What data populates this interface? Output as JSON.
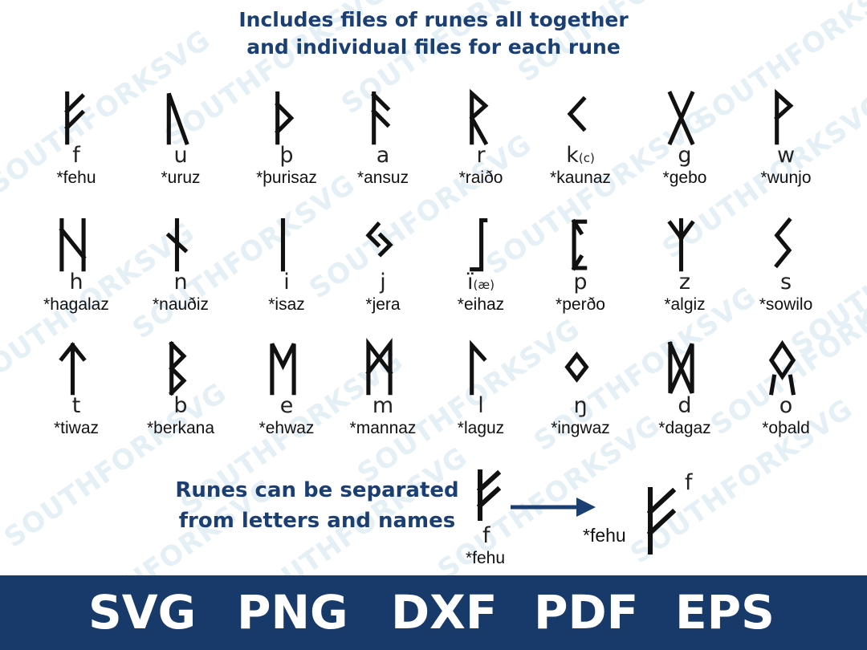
{
  "header": {
    "line1": "Includes files of runes all together",
    "line2": "and individual files for each rune"
  },
  "watermark": "SOUTHFORKSVG",
  "runes": [
    {
      "letter": "f",
      "name": "*fehu"
    },
    {
      "letter": "u",
      "name": "*uruz"
    },
    {
      "letter": "þ",
      "name": "*þurisaz"
    },
    {
      "letter": "a",
      "name": "*ansuz"
    },
    {
      "letter": "r",
      "name": "*raiðo"
    },
    {
      "letter": "k",
      "note": "(c)",
      "name": "*kaunaz"
    },
    {
      "letter": "g",
      "name": "*gebo"
    },
    {
      "letter": "w",
      "name": "*wunjo"
    },
    {
      "letter": "h",
      "name": "*hagalaz"
    },
    {
      "letter": "n",
      "name": "*nauðiz"
    },
    {
      "letter": "i",
      "name": "*isaz"
    },
    {
      "letter": "j",
      "name": "*jera"
    },
    {
      "letter": "ï",
      "note": "(æ)",
      "name": "*eihaz"
    },
    {
      "letter": "p",
      "name": "*perðo"
    },
    {
      "letter": "z",
      "name": "*algiz"
    },
    {
      "letter": "s",
      "name": "*sowilo"
    },
    {
      "letter": "t",
      "name": "*tiwaz"
    },
    {
      "letter": "b",
      "name": "*berkana"
    },
    {
      "letter": "e",
      "name": "*ehwaz"
    },
    {
      "letter": "m",
      "name": "*mannaz"
    },
    {
      "letter": "l",
      "name": "*laguz"
    },
    {
      "letter": "ŋ",
      "name": "*ingwaz"
    },
    {
      "letter": "d",
      "name": "*dagaz"
    },
    {
      "letter": "o",
      "name": "*oþald"
    }
  ],
  "separation": {
    "line1": "Runes can be separated",
    "line2": "from letters and names",
    "demo_letter": "f",
    "demo_name": "*fehu",
    "result_letter": "f",
    "result_name": "*fehu"
  },
  "formats": [
    "SVG",
    "PNG",
    "DXF",
    "PDF",
    "EPS"
  ],
  "colors": {
    "accent": "#1b3f73",
    "footer": "#183a6b",
    "watermark": "#e2eef6"
  }
}
